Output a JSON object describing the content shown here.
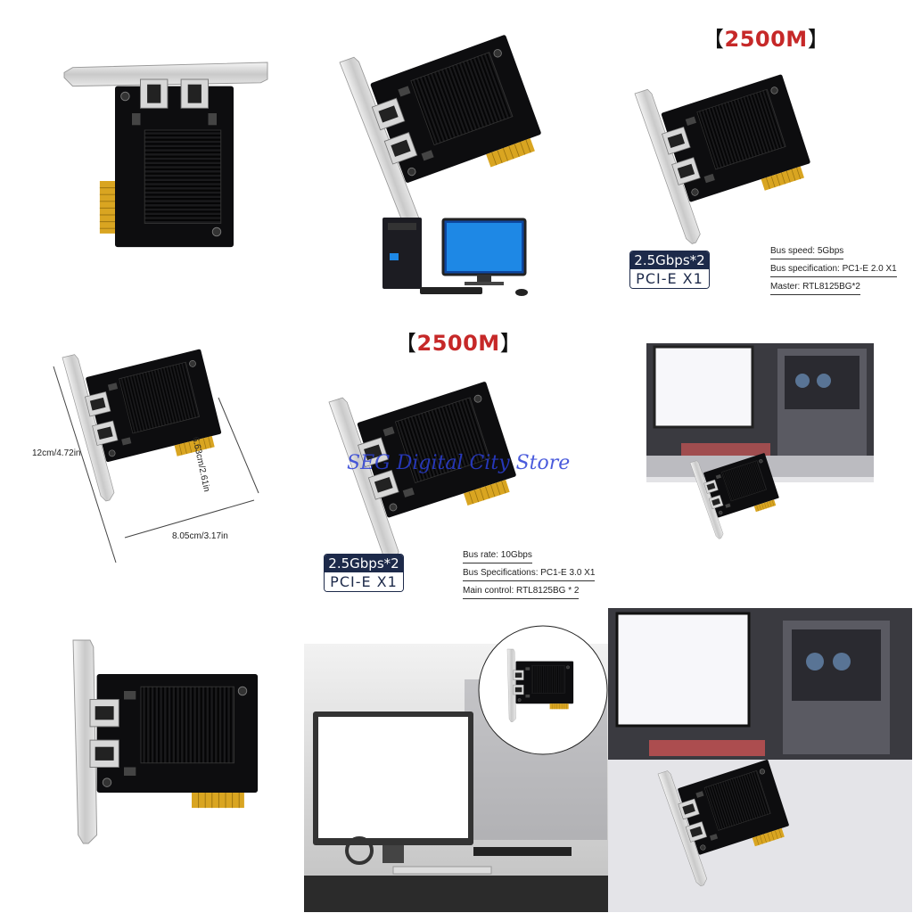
{
  "header_label": "【2500M】",
  "header_bracket_left": "【",
  "header_bracket_right": "】",
  "header_value": "2500M",
  "badge": {
    "speed": "2.5Gbps*2",
    "interface": "PCI-E X1"
  },
  "specs_a": [
    "Bus speed: 5Gbps",
    "Bus specification: PC1-E 2.0 X1",
    "Master: RTL8125BG*2"
  ],
  "specs_b": [
    "Bus rate: 10Gbps",
    "Bus Specifications: PC1-E 3.0 X1",
    "Main control: RTL8125BG * 2"
  ],
  "dimensions": {
    "height": "12cm/4.72in",
    "board_height": "6.63cm/2.61in",
    "width": "8.05cm/3.17in"
  },
  "watermark": "SEG Digital City Store",
  "colors": {
    "accent_red": "#c62828",
    "badge_navy": "#1d2a4a",
    "watermark_blue": "#2b3fd6",
    "pcb": "#0d0d0f",
    "gold": "#d9a521"
  },
  "icons": [
    "network-card-image",
    "desktop-computer-image",
    "monitor-image",
    "gaming-pc-image"
  ]
}
